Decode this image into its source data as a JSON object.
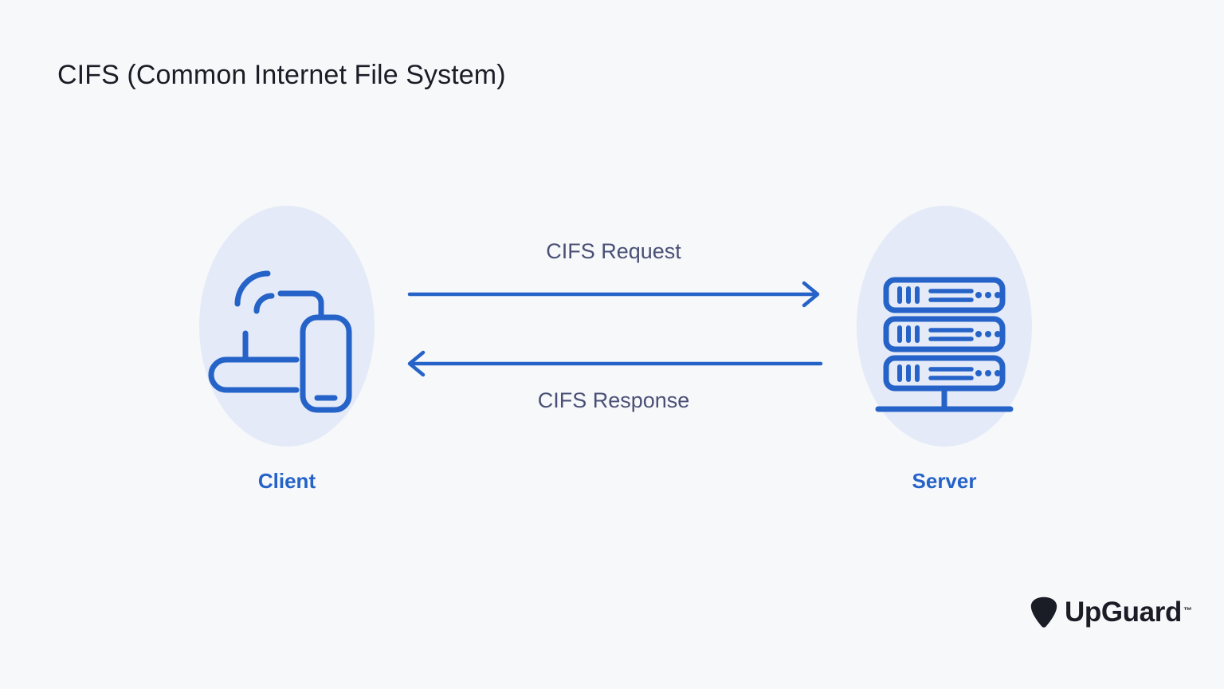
{
  "title": "CIFS (Common Internet File System)",
  "theme": {
    "background": "#f7f8fa",
    "capsule_fill": "#e4eaf7",
    "icon_stroke": "#2563c8",
    "arrow_stroke": "#2563c8",
    "node_label_color": "#2563c8",
    "flow_label_color": "#4a5075",
    "title_color": "#1b1d26",
    "logo_color": "#1b1d26"
  },
  "nodes": [
    {
      "id": "client",
      "label": "Client",
      "icon": "router-and-mobile-device-icon"
    },
    {
      "id": "server",
      "label": "Server",
      "icon": "server-rack-icon"
    }
  ],
  "flows": [
    {
      "id": "request",
      "label": "CIFS Request",
      "direction": "client-to-server",
      "arrow": "arrow-right-icon"
    },
    {
      "id": "response",
      "label": "CIFS Response",
      "direction": "server-to-client",
      "arrow": "arrow-left-icon"
    }
  ],
  "brand": {
    "name": "UpGuard",
    "trademark": "™",
    "mark": "upguard-pick-logo-icon"
  }
}
